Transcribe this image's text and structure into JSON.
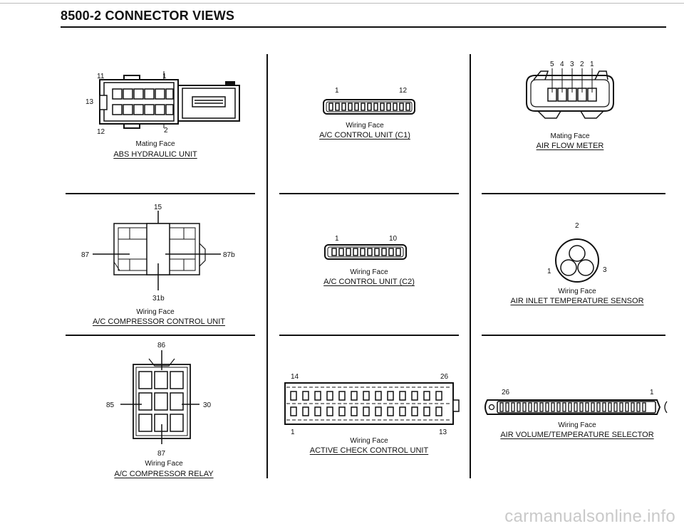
{
  "header": {
    "title": "8500-2  CONNECTOR VIEWS"
  },
  "connectors": [
    {
      "face": "Mating Face",
      "name": "ABS HYDRAULIC UNIT",
      "pins": [
        "11",
        "1",
        "13",
        "12",
        "2"
      ]
    },
    {
      "face": "Wiring Face",
      "name": "A/C COMPRESSOR CONTROL UNIT",
      "pins": [
        "15",
        "87",
        "87b",
        "31b"
      ]
    },
    {
      "face": "Wiring Face",
      "name": "A/C COMPRESSOR RELAY",
      "pins": [
        "86",
        "85",
        "30",
        "87"
      ]
    },
    {
      "face": "Wiring Face",
      "name": "A/C CONTROL UNIT (C1)",
      "pins": [
        "1",
        "12"
      ]
    },
    {
      "face": "Wiring Face",
      "name": "A/C CONTROL UNIT (C2)",
      "pins": [
        "1",
        "10"
      ]
    },
    {
      "face": "Wiring Face",
      "name": "ACTIVE CHECK CONTROL UNIT",
      "pins": [
        "14",
        "26",
        "1",
        "13"
      ]
    },
    {
      "face": "Mating Face",
      "name": "AIR FLOW METER",
      "pins": [
        "5",
        "4",
        "3",
        "2",
        "1"
      ]
    },
    {
      "face": "Wiring Face",
      "name": "AIR INLET TEMPERATURE SENSOR",
      "pins": [
        "2",
        "1",
        "3"
      ]
    },
    {
      "face": "Wiring Face",
      "name": "AIR VOLUME/TEMPERATURE SELECTOR",
      "pins": [
        "26",
        "1"
      ]
    }
  ],
  "watermark": "carmanualsonline.info"
}
